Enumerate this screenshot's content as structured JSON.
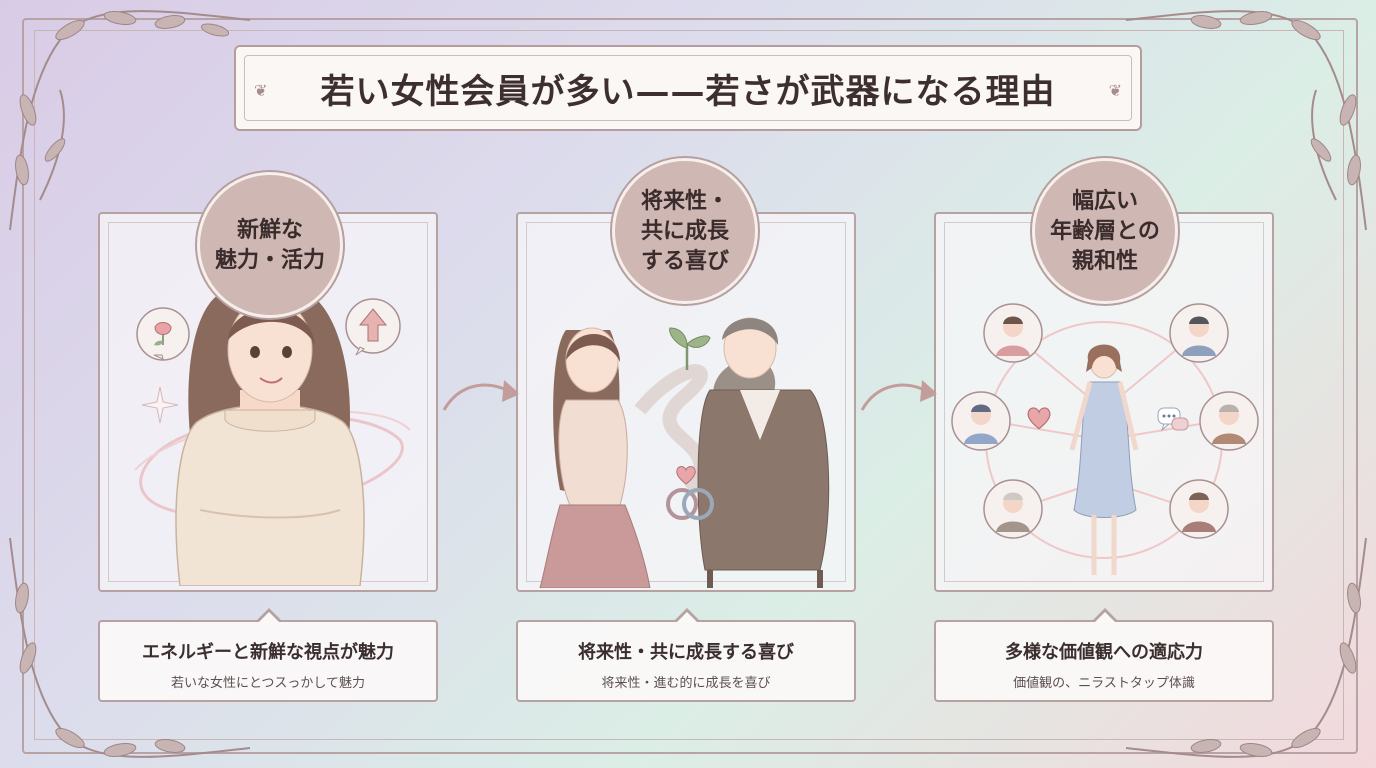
{
  "title": "若い女性会員が多い——若さが武器になる理由",
  "title_ornament": "❦",
  "panels": [
    {
      "badge_lines": [
        "新鮮な",
        "魅力・活力"
      ],
      "caption_main": "エネルギーと新鮮な視点が魅力",
      "caption_sub": "若いな女性にとつスっかして魅力",
      "icons": [
        "rose-icon",
        "up-arrow-icon",
        "sparkle-icon"
      ]
    },
    {
      "badge_lines": [
        "将来性・",
        "共に成長",
        "する喜び"
      ],
      "caption_main": "将来性・共に成長する喜び",
      "caption_sub": "将来性・進む的に成長を喜び",
      "icons": [
        "sprout-icon",
        "heart-icon",
        "rings-icon"
      ]
    },
    {
      "badge_lines": [
        "幅広い",
        "年齢層との",
        "親和性"
      ],
      "caption_main": "多様な価値観への適応力",
      "caption_sub": "価値観の、ニラストタップ体識",
      "icons": [
        "person-icon",
        "heart-icon",
        "chat-icon"
      ]
    }
  ],
  "colors": {
    "frame": "#b7a2a2",
    "badge": "#cfb7b3",
    "accent_pink": "#e7b3b7",
    "text_dark": "#3a2e2e"
  }
}
